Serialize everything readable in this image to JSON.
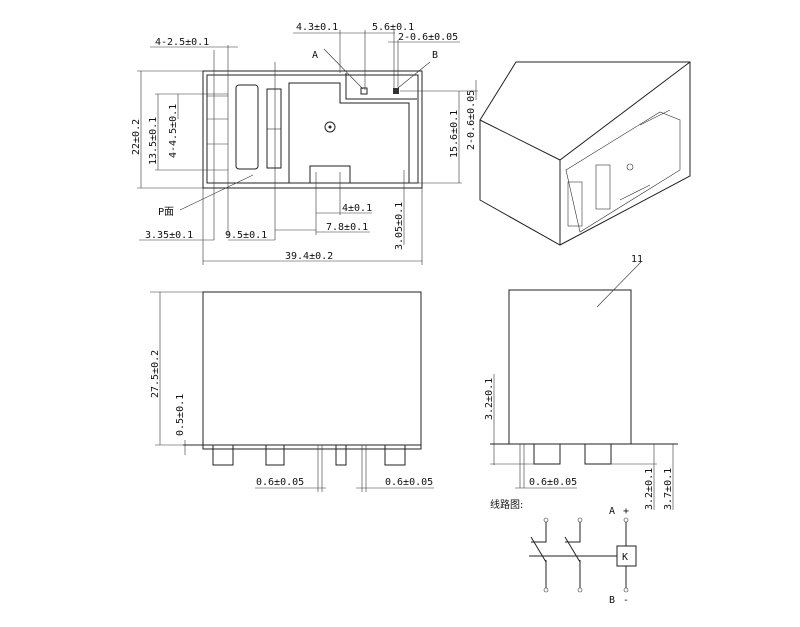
{
  "top_view": {
    "dim_4_3": "4.3±0.1",
    "dim_5_6": "5.6±0.1",
    "dim_pin_top": "2-0.6±0.05",
    "dim_4_2_5": "4-2.5±0.1",
    "label_a": "A",
    "label_b": "B",
    "dim_22": "22±0.2",
    "dim_13_5": "13.5±0.1",
    "dim_4_4_5": "4-4.5±0.1",
    "dim_15_6": "15.6±0.1",
    "dim_pin_right": "2-0.6±0.05",
    "p_face": "P面",
    "dim_4": "4±0.1",
    "dim_7_8": "7.8±0.1",
    "dim_3_35": "3.35±0.1",
    "dim_9_5": "9.5±0.1",
    "dim_3_05": "3.05±0.1",
    "dim_39_4": "39.4±0.2"
  },
  "front_view": {
    "dim_27_5": "27.5±0.2",
    "dim_0_5": "0.5±0.1",
    "dim_pin_left": "0.6±0.05",
    "dim_pin_right": "0.6±0.05"
  },
  "side_view": {
    "callout": "11",
    "dim_3_2_left": "3.2±0.1",
    "dim_pin": "0.6±0.05",
    "dim_3_2_right": "3.2±0.1",
    "dim_3_7": "3.7±0.1"
  },
  "circuit": {
    "title": "线路图:",
    "a": "A",
    "plus": "+",
    "b": "B",
    "minus": "-",
    "coil": "K"
  }
}
